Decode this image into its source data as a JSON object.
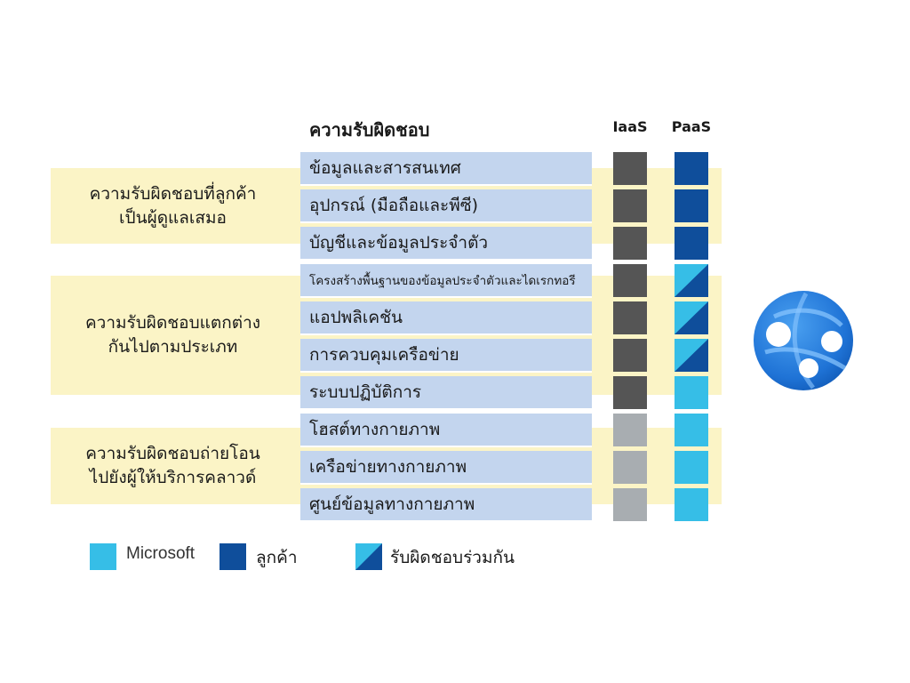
{
  "header": {
    "responsibility": "ความรับผิดชอบ",
    "iaas": "IaaS",
    "paas": "PaaS"
  },
  "groups": [
    {
      "label_line1": "ความรับผิดชอบที่ลูกค้า",
      "label_line2": "เป็นผู้ดูแลเสมอ"
    },
    {
      "label_line1": "ความรับผิดชอบแตกต่าง",
      "label_line2": "กันไปตามประเภท"
    },
    {
      "label_line1": "ความรับผิดชอบถ่ายโอน",
      "label_line2": "ไปยังผู้ให้บริการคลาวด์"
    }
  ],
  "rows": [
    {
      "label": "ข้อมูลและสารสนเทศ",
      "iaas": "customer",
      "paas": "customer"
    },
    {
      "label": "อุปกรณ์ (มือถือและพีซี)",
      "iaas": "customer",
      "paas": "customer"
    },
    {
      "label": "บัญชีและข้อมูลประจำตัว",
      "iaas": "customer",
      "paas": "customer"
    },
    {
      "label": "โครงสร้างพื้นฐานของข้อมูลประจำตัวและไดเรกทอรี",
      "iaas": "customer",
      "paas": "shared"
    },
    {
      "label": "แอปพลิเคชัน",
      "iaas": "customer",
      "paas": "shared"
    },
    {
      "label": "การควบคุมเครือข่าย",
      "iaas": "customer",
      "paas": "shared"
    },
    {
      "label": "ระบบปฏิบัติการ",
      "iaas": "customer",
      "paas": "microsoft"
    },
    {
      "label": "โฮสต์ทางกายภาพ",
      "iaas": "microsoft",
      "paas": "microsoft"
    },
    {
      "label": "เครือข่ายทางกายภาพ",
      "iaas": "microsoft",
      "paas": "microsoft"
    },
    {
      "label": "ศูนย์ข้อมูลทางกายภาพ",
      "iaas": "microsoft",
      "paas": "microsoft"
    }
  ],
  "legend": {
    "microsoft": "Microsoft",
    "customer": "ลูกค้า",
    "shared": "รับผิดชอบร่วมกัน"
  },
  "colors": {
    "microsoft": "#36bee7",
    "customer": "#0f4e9b",
    "iaas_customer": "#555555",
    "iaas_microsoft": "#a8adb1",
    "band": "#fbf4c6",
    "row": "#c3d5ee"
  },
  "icons": {
    "service": "azure-web-app-globe-icon"
  }
}
